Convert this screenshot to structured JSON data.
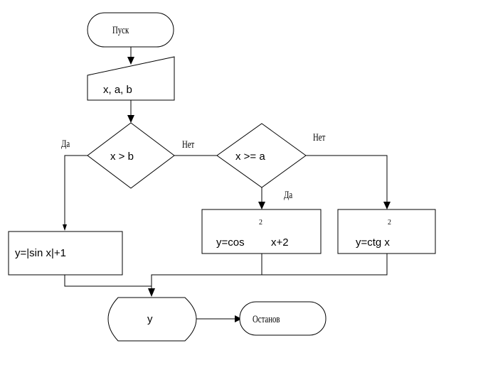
{
  "nodes": {
    "start": {
      "label": "Пуск"
    },
    "input": {
      "label": "x, a, b"
    },
    "cond1": {
      "label": "x > b"
    },
    "cond2": {
      "label": "x >= a"
    },
    "proc1": {
      "label": "y=|sin x|+1"
    },
    "proc2": {
      "label": "y=cos",
      "label_tail": "x+2",
      "superscript": "2"
    },
    "proc3": {
      "label": "y=ctg x",
      "superscript": "2"
    },
    "output": {
      "label": "y"
    },
    "end": {
      "label": "Останов"
    }
  },
  "edges": {
    "cond1_yes": "Да",
    "cond1_no": "Нет",
    "cond2_yes": "Да",
    "cond2_no": "Нет"
  }
}
